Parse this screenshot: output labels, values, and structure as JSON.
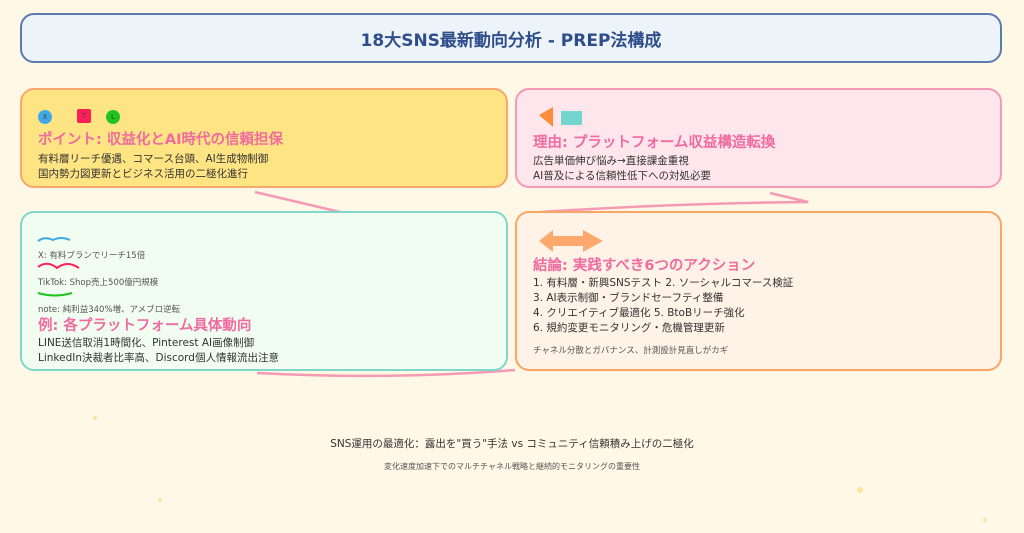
{
  "title": "18大SNS最新動向分析 - PREP法構成",
  "point": {
    "icons": [
      {
        "label": "X",
        "color": "#3fa9e8"
      },
      {
        "label": "T",
        "color": "#fe1f5a"
      },
      {
        "label": "L",
        "color": "#1fc41f"
      }
    ],
    "heading": "ポイント: 収益化とAI時代の信頼担保",
    "lines": [
      "有料層リーチ優遇、コマース台頭、AI生成物制御",
      "国内勢力図更新とビジネス活用の二極化進行"
    ]
  },
  "reason": {
    "heading": "理由: プラットフォーム収益構造転換",
    "lines": [
      "広告単価伸び悩み→直接課金重視",
      "AI普及による信頼性低下への対処必要"
    ]
  },
  "example": {
    "trends": [
      {
        "text": "X: 有料プランでリーチ15倍",
        "color": "#3fa9e8"
      },
      {
        "text": "TikTok: Shop売上500億円規模",
        "color": "#fe1f5a"
      },
      {
        "text": "note: 純利益340%増、アメブロ逆転",
        "color": "#1fc41f"
      }
    ],
    "heading": "例: 各プラットフォーム具体動向",
    "lines": [
      "LINE送信取消1時間化、Pinterest AI画像制御",
      "LinkedIn決裁者比率高、Discord個人情報流出注意"
    ]
  },
  "conclusion": {
    "heading": "結論: 実践すべき6つのアクション",
    "lines": [
      "1. 有料層・新興SNSテスト 2. ソーシャルコマース検証",
      "3. AI表示制御・ブランドセーフティ整備",
      "4. クリエイティブ最適化 5. BtoBリーチ強化",
      "6. 規約変更モニタリング・危機管理更新"
    ],
    "note": "チャネル分散とガバナンス、計測設計見直しがカギ"
  },
  "footer": {
    "main": "SNS運用の最適化：露出を\"買う\"手法 vs コミュニティ信頼積み上げの二極化",
    "sub": "変化速度加速下でのマルチチャネル戦略と継続的モニタリングの重要性"
  }
}
